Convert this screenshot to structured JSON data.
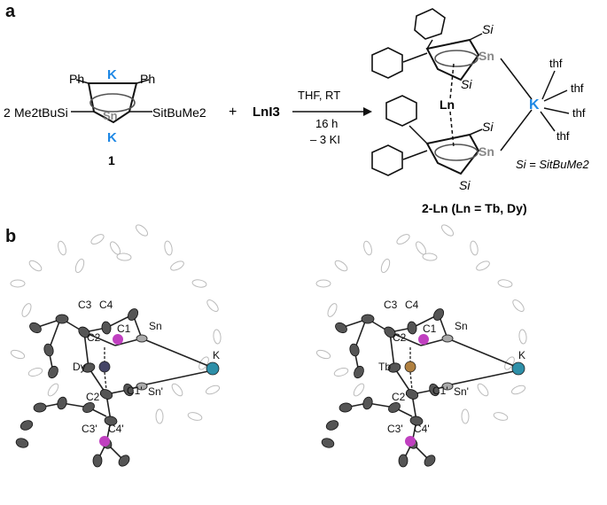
{
  "panel_a": {
    "label": "a",
    "reactant_prefix": "2",
    "reactant_left_group": "Me2tBuSi",
    "reactant_right_group": "SitBuMe2",
    "ph_left": "Ph",
    "ph_right": "Ph",
    "k_top": "K",
    "k_bottom": "K",
    "sn": "Sn",
    "reactant_number": "1",
    "plus": "+",
    "lanthanide_reagent": "LnI3",
    "conditions": [
      "THF, RT",
      "16 h",
      "– 3 KI"
    ],
    "product": {
      "si_labels": [
        "Si",
        "Si",
        "Si",
        "Si"
      ],
      "sn_labels": [
        "Sn",
        "Sn"
      ],
      "ln": "Ln",
      "k": "K",
      "thf_labels": [
        "thf",
        "thf",
        "thf",
        "thf"
      ],
      "si_definition": "Si = SitBuMe2",
      "name": "2-Ln (Ln = Tb, Dy)"
    }
  },
  "panel_b": {
    "label": "b",
    "left_structure": {
      "atoms": [
        "C3",
        "C4",
        "C2",
        "C1",
        "Sn",
        "Dy",
        "C2'",
        "C1'",
        "Sn'",
        "C3'",
        "C4'",
        "K"
      ],
      "ln_color": "#444466"
    },
    "right_structure": {
      "atoms": [
        "C3",
        "C4",
        "C2",
        "C1",
        "Sn",
        "Tb",
        "C2'",
        "C1'",
        "Sn'",
        "C3'",
        "C4'",
        "K"
      ],
      "ln_color": "#b08040"
    }
  },
  "colors": {
    "k_blue": "#1e88e5",
    "si_pink": "#c040c0",
    "k_teal": "#2e8fa8"
  }
}
